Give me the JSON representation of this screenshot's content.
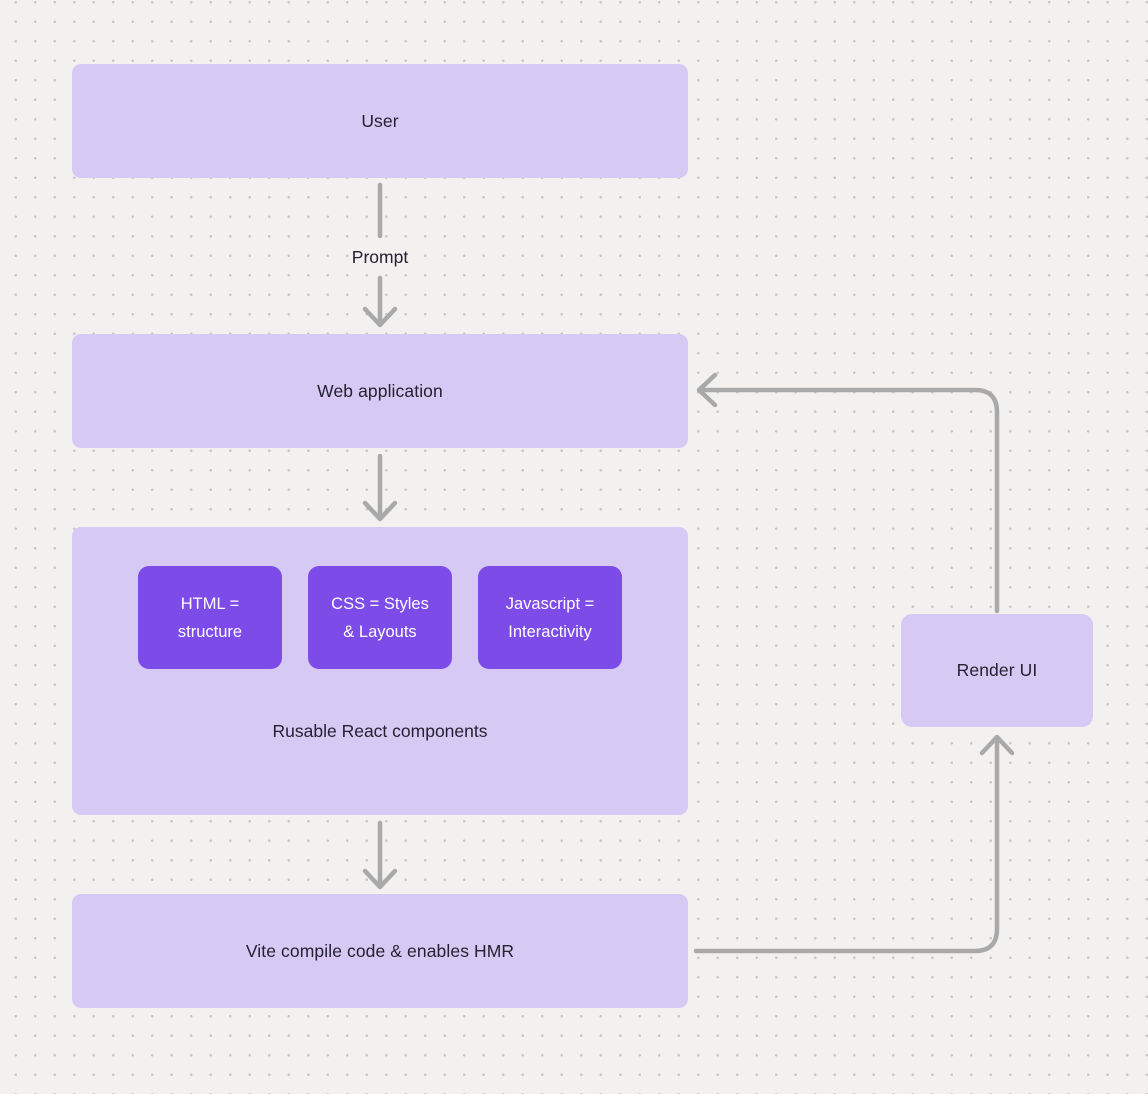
{
  "diagram": {
    "nodes": {
      "user": {
        "label": "User"
      },
      "web_application": {
        "label": "Web application"
      },
      "react_group": {
        "label": "Rusable React components",
        "components": [
          {
            "label": "HTML = structure"
          },
          {
            "label": "CSS = Styles & Layouts"
          },
          {
            "label": "Javascript = Interactivity"
          }
        ]
      },
      "vite": {
        "label": "Vite compile code & enables HMR"
      },
      "render_ui": {
        "label": "Render UI"
      }
    },
    "edges": {
      "prompt_label": "Prompt"
    },
    "colors": {
      "background": "#f2f1f0",
      "dot": "#c8c5c2",
      "node_fill": "#d6caf5",
      "component_fill": "#7c4be8",
      "component_text": "#ffffff",
      "node_text": "#252131",
      "connector": "#a9a9a9"
    }
  }
}
